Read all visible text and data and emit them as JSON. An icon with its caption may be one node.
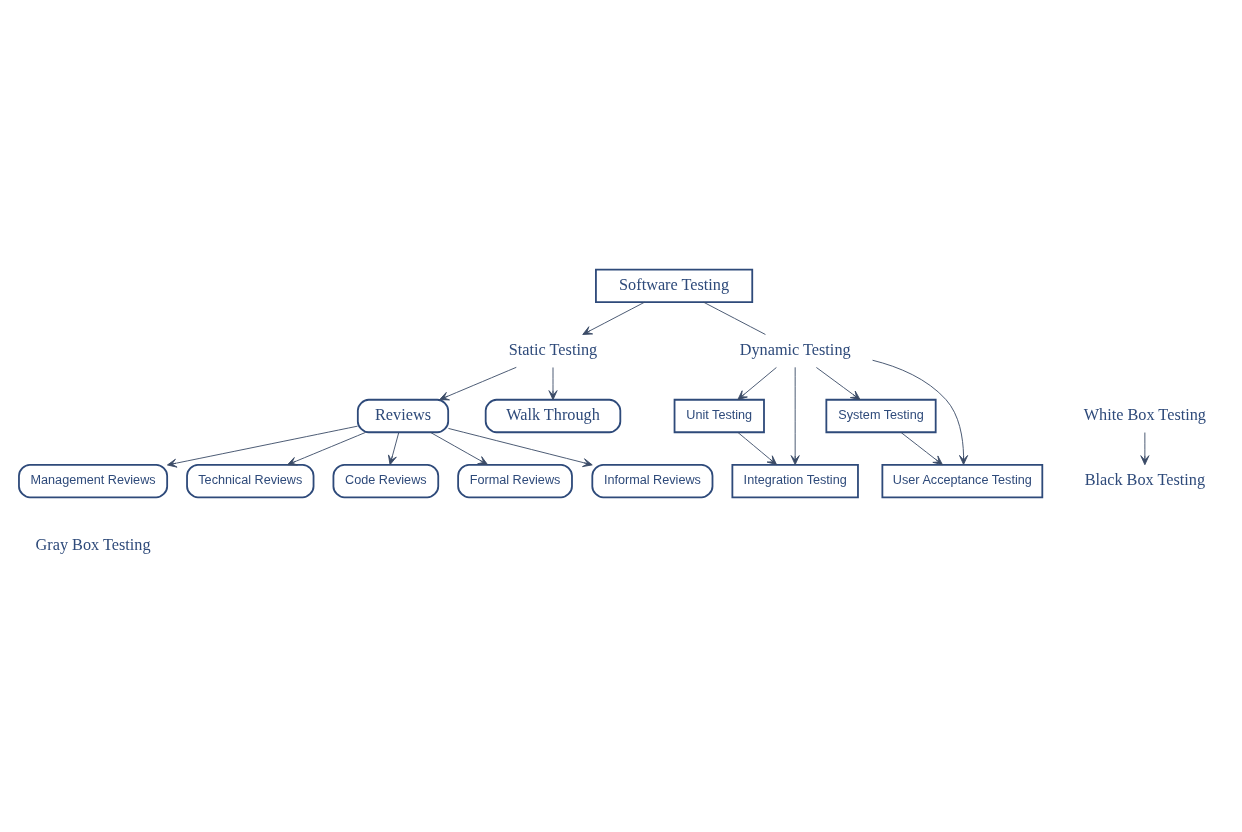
{
  "diagram": {
    "nodes": [
      {
        "text": [
          "Software Testing"
        ]
      },
      {
        "text": [
          "Static Testing"
        ]
      },
      {
        "text": [
          "Dynamic Testing"
        ]
      },
      {
        "text": [
          "Reviews"
        ]
      },
      {
        "text": [
          "Management Reviews"
        ]
      },
      {
        "text": [
          "Technical Reviews"
        ]
      },
      {
        "text": [
          "Code Reviews"
        ]
      },
      {
        "text": [
          "Formal Reviews"
        ]
      },
      {
        "text": [
          "Informal Reviews"
        ]
      },
      {
        "text": [
          "Walk Through"
        ]
      },
      {
        "text": [
          "Unit Testing"
        ]
      },
      {
        "text": [
          "Integration Testing"
        ]
      },
      {
        "text": [
          "System Testing"
        ]
      },
      {
        "text": [
          "User Acceptance Testing"
        ]
      },
      {
        "text": [
          "White Box Testing"
        ]
      },
      {
        "text": [
          "Black Box Testing"
        ]
      }
    ],
    "edges": [
      {
        "from": 0,
        "to": 1,
        "arrow": "to"
      },
      {
        "from": 0,
        "to": 2,
        "arrow": "none"
      },
      {
        "from": 1,
        "to": 3,
        "arrow": "to"
      },
      {
        "from": 1,
        "to": 9,
        "arrow": "to"
      },
      {
        "from": 3,
        "to": 4,
        "arrow": "to"
      },
      {
        "from": 3,
        "to": 5,
        "arrow": "to"
      },
      {
        "from": 3,
        "to": 6,
        "arrow": "to"
      },
      {
        "from": 3,
        "to": 7,
        "arrow": "to"
      },
      {
        "from": 3,
        "to": 8,
        "arrow": "to"
      },
      {
        "from": 2,
        "to": 10,
        "arrow": "to"
      },
      {
        "from": 2,
        "to": 11,
        "arrow": "to"
      },
      {
        "from": 2,
        "to": 12,
        "arrow": "to"
      },
      {
        "from": 2,
        "to": 13,
        "arrow": "to"
      },
      {
        "from": 10,
        "to": 11,
        "arrow": "to"
      },
      {
        "from": 12,
        "to": 13,
        "arrow": "to"
      },
      {
        "from": 14,
        "to": 15,
        "arrow": "to"
      }
    ],
    "labels": [
      "Gray Box Testing"
    ]
  }
}
